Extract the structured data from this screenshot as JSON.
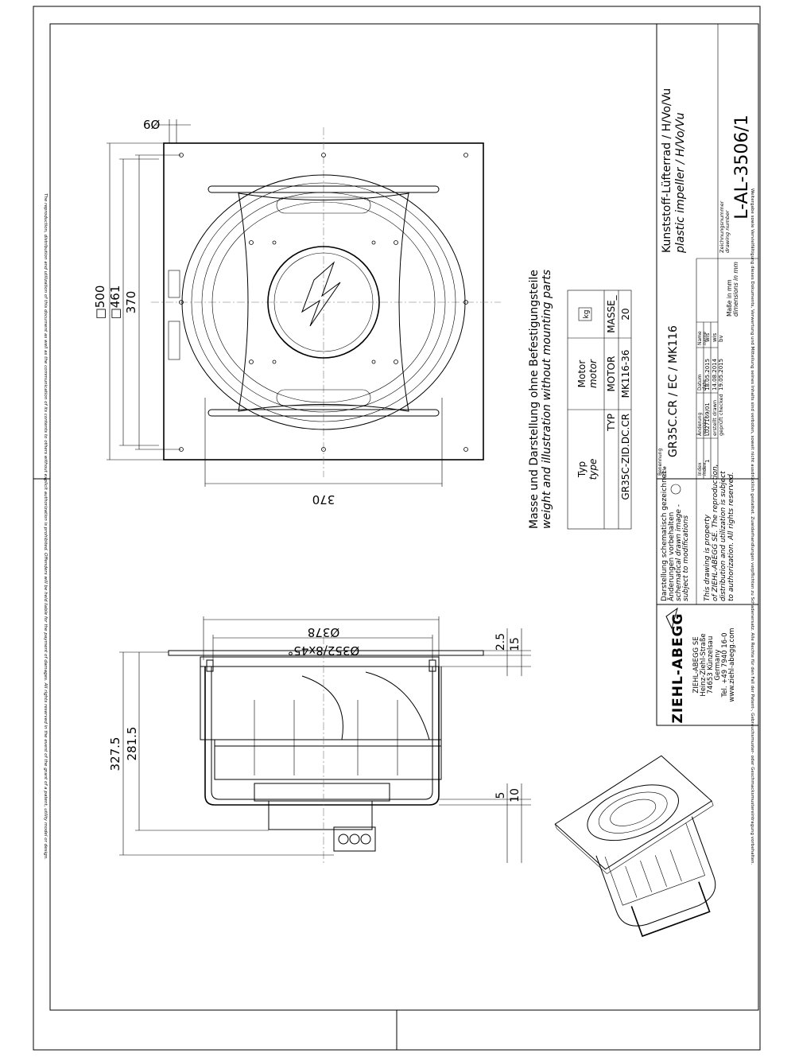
{
  "notice": {
    "top": "The reproduction, distribution and utilization of this document as well as the communication of its contents to others without explicit authorization is prohibited. Offenders will be held liable for the payment of damages. All rights reserved in the event of the grant of a patent, utility model or design.",
    "bottom": "Weitergabe sowie Vervielfältigung dieses Dokuments, Verwertung und Mitteilung seines Inhalts sind verboten, soweit nicht ausdrücklich gestattet. Zuwiderhandlungen verpflichten zu Schadenersatz. Alle Rechte für den Fall der Patent-, Gebrauchsmuster- oder Geschmacksmustereintragung vorbehalten."
  },
  "top_view": {
    "dims": {
      "hole": "6Ø",
      "outer_square": "□500",
      "inner_square": "□461",
      "hole_pitch_vertical": "370",
      "hole_pitch_horizontal": "370"
    }
  },
  "side_view": {
    "dims": {
      "dia_outer": "Ø378",
      "dia_flange": "Ø352/8x45°",
      "plate": "2.5",
      "flange": "15",
      "total_height": "327.5",
      "height_body": "281.5",
      "foot": "5",
      "foot_offset": "10"
    }
  },
  "weights": {
    "heading_de": "Masse und Darstellung ohne Befestigungsteile",
    "heading_en": "weight and illustration without mounting parts",
    "col_type_de": "Typ",
    "col_type_en": "type",
    "col_motor_de": "Motor",
    "col_motor_en": "motor",
    "col_mass_unit": "kg",
    "row_header": [
      "TYP",
      "MOTOR",
      "MASSE_"
    ],
    "row_1": [
      "GR35C-ZID.DC.CR",
      "MK116-36",
      "20"
    ]
  },
  "title_block": {
    "logo": "ZIEHL-ABEGG",
    "company_lines": [
      "ZIEHL-ABEGG SE",
      "Heinz-Ziehl-Straße",
      "74653 Künzelsau",
      "Germany",
      "Tel. +49 7940 16-0",
      "www.ziehl-abegg.com"
    ],
    "schematic_lines": [
      "Darstellung schematisch gezeichnet -",
      "Änderungen vorbehalten",
      "schematical drawn image -",
      "subject to modifications"
    ],
    "property_lines": [
      "This drawing is property",
      "of ZIEHL-ABEGG SE. The reproduction,",
      "distribution and utilization   is subject",
      "to authorization.  All rights reserved."
    ],
    "designation_label_de": "Benennung",
    "designation_label_en": "title",
    "designation": "GR35C.CR / EC / MK116",
    "title_de": "Kunststoff-Lüfterrad / H/Vo/Vu",
    "title_en": "plastic impeller / H/Vo/Vu",
    "rev_headers": {
      "index_de": "Index",
      "index_en": "index",
      "rev_de": "Änderung",
      "rev_en": "revision",
      "date_de": "Datum",
      "date_en": "date",
      "name_de": "Name",
      "name_en": "name"
    },
    "rev_row": [
      "1",
      "L027169/01",
      "18.05.2015",
      "wis"
    ],
    "drawn_label": "erstellt drawn",
    "drawn_date": "14.08.2014",
    "drawn_name": "wis",
    "checked_label": "geprüft checked",
    "checked_date": "19.05.2015",
    "checked_name": "bv",
    "units_de": "Maße in mm",
    "units_en": "dimensions in mm",
    "drawing_no_label_de": "Zeichnungsnummer",
    "drawing_no_label_en": "drawing number",
    "drawing_no": "L-AL-3506/1"
  }
}
